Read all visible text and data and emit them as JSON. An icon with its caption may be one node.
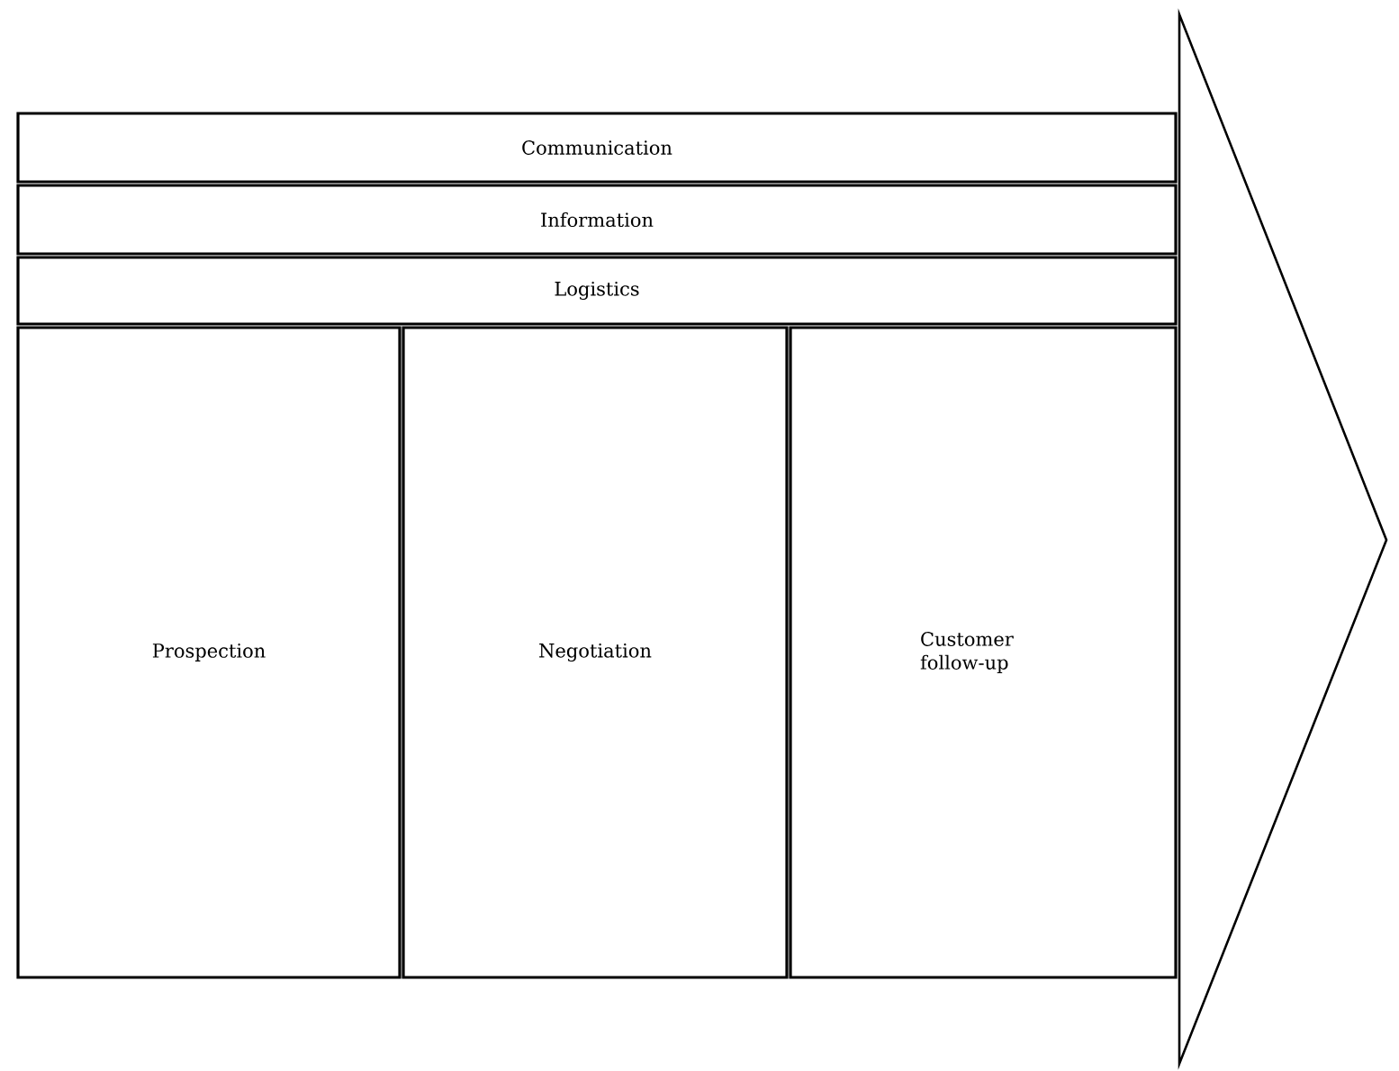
{
  "diagram": {
    "nodes": [
      {
        "text": [
          "Communication"
        ]
      },
      {
        "text": [
          "Information"
        ]
      },
      {
        "text": [
          "Logistics"
        ]
      },
      {
        "text": [
          "Prospection"
        ]
      },
      {
        "text": [
          "Negotiation"
        ]
      },
      {
        "text": [
          "Customer follow-up"
        ]
      }
    ]
  }
}
